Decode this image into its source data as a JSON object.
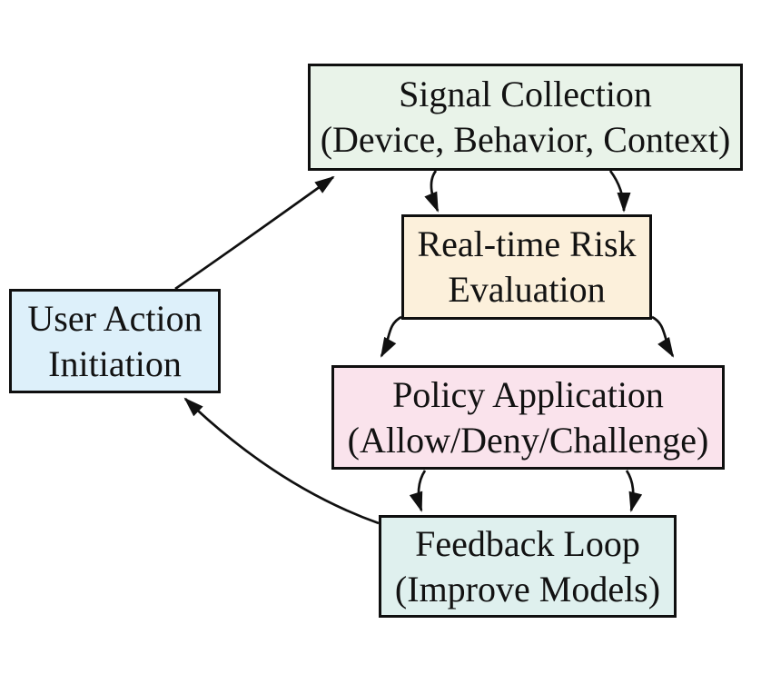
{
  "nodes": {
    "signal_collection": {
      "line1": "Signal Collection",
      "line2": "(Device, Behavior, Context)",
      "fill": "#e9f3e9"
    },
    "risk_evaluation": {
      "line1": "Real-time Risk",
      "line2": "Evaluation",
      "fill": "#fcf0db"
    },
    "policy_application": {
      "line1": "Policy Application",
      "line2": "(Allow/Deny/Challenge)",
      "fill": "#fae3ec"
    },
    "feedback_loop": {
      "line1": "Feedback Loop",
      "line2": "(Improve Models)",
      "fill": "#dff0ee"
    },
    "user_action": {
      "line1": "User Action",
      "line2": "Initiation",
      "fill": "#ddf0fa"
    }
  },
  "edges": [
    {
      "from": "user_action",
      "to": "signal_collection"
    },
    {
      "from": "signal_collection",
      "to": "risk_evaluation",
      "lane": "left"
    },
    {
      "from": "signal_collection",
      "to": "risk_evaluation",
      "lane": "right"
    },
    {
      "from": "risk_evaluation",
      "to": "policy_application",
      "lane": "left"
    },
    {
      "from": "risk_evaluation",
      "to": "policy_application",
      "lane": "right"
    },
    {
      "from": "policy_application",
      "to": "feedback_loop",
      "lane": "left"
    },
    {
      "from": "policy_application",
      "to": "feedback_loop",
      "lane": "right"
    },
    {
      "from": "feedback_loop",
      "to": "user_action"
    }
  ],
  "colors": {
    "background": "#ffffff",
    "node_border": "#0f0f0f",
    "edge_stroke": "#101010",
    "text": "#121212"
  }
}
